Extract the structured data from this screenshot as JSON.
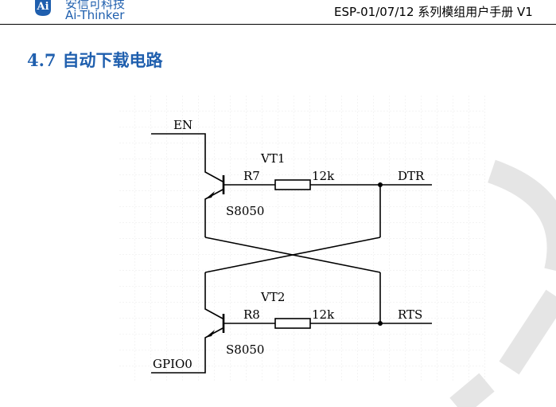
{
  "header": {
    "brand_cn": "安信可科技",
    "brand_en": "Ai-Thinker",
    "logo_text": "Ai",
    "doc_title": "ESP-01/07/12 系列模组用户手册 V1"
  },
  "section": {
    "number": "4.7",
    "title": "自动下载电路"
  },
  "circuit": {
    "labels": {
      "en": "EN",
      "vt1": "VT1",
      "r7": "R7",
      "r7_value": "12k",
      "dtr": "DTR",
      "s8050_top": "S8050",
      "vt2": "VT2",
      "r8": "R8",
      "r8_value": "12k",
      "rts": "RTS",
      "s8050_bottom": "S8050",
      "gpio0": "GPIO0"
    }
  },
  "colors": {
    "brand": "#1f5fae",
    "watermark": "#e5e5e5",
    "grid": "#e9e9e9"
  }
}
